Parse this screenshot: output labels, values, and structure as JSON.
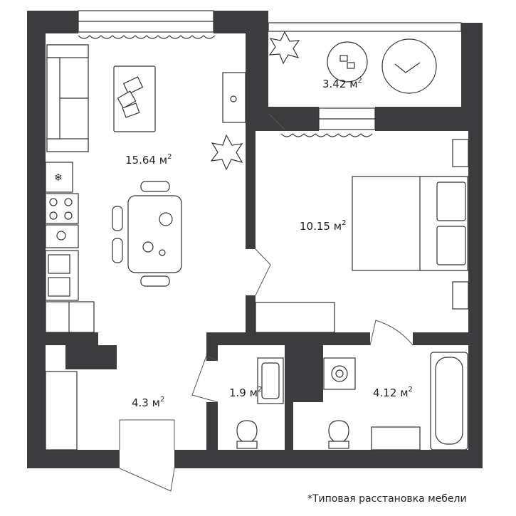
{
  "rooms": {
    "living_kitchen": {
      "area": "15.64",
      "unit": "м"
    },
    "balcony": {
      "area": "3.42",
      "unit": "м"
    },
    "bedroom": {
      "area": "10.15",
      "unit": "м"
    },
    "hall": {
      "area": "4.3",
      "unit": "м"
    },
    "toilet": {
      "area": "1.9",
      "unit": "м"
    },
    "bathroom": {
      "area": "4.12",
      "unit": "м"
    }
  },
  "superscript": "2",
  "note": "*Типовая расстановка мебели",
  "colors": {
    "wall": "#3c3c3e",
    "background": "#ffffff",
    "line": "#333333"
  }
}
